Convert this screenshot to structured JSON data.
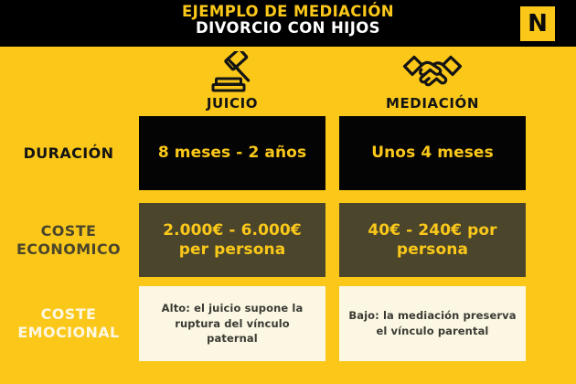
{
  "header": {
    "title_line1": "EJEMPLO DE MEDIACIÓN",
    "title_line2": "DIVORCIO CON HIJOS",
    "logo_letter": "N"
  },
  "columns": [
    {
      "label": "JUICIO",
      "icon": "gavel-icon"
    },
    {
      "label": "MEDIACIÓN",
      "icon": "handshake-icon"
    }
  ],
  "rows": [
    {
      "label": "DURACIÓN",
      "cells": [
        {
          "text": "8 meses - 2 años"
        },
        {
          "text": "Unos 4 meses"
        }
      ]
    },
    {
      "label": "COSTE ECONOMICO",
      "cells": [
        {
          "text": "2.000€ - 6.000€ per persona"
        },
        {
          "text": "40€ - 240€ por persona"
        }
      ]
    },
    {
      "label": "COSTE EMOCIONAL",
      "cells": [
        {
          "text": "Alto: el juicio supone la ruptura del vínculo paternal"
        },
        {
          "text": "Bajo: la mediación preserva el vínculo parental"
        }
      ]
    }
  ],
  "colors": {
    "background_yellow": "#FBC81A",
    "header_black": "#000000",
    "cell_black": "#040404",
    "cell_olive": "#4A452B",
    "cell_cream": "#FCF7E3",
    "text_white": "#FFFFFF",
    "text_dark": "#3A3A33"
  }
}
